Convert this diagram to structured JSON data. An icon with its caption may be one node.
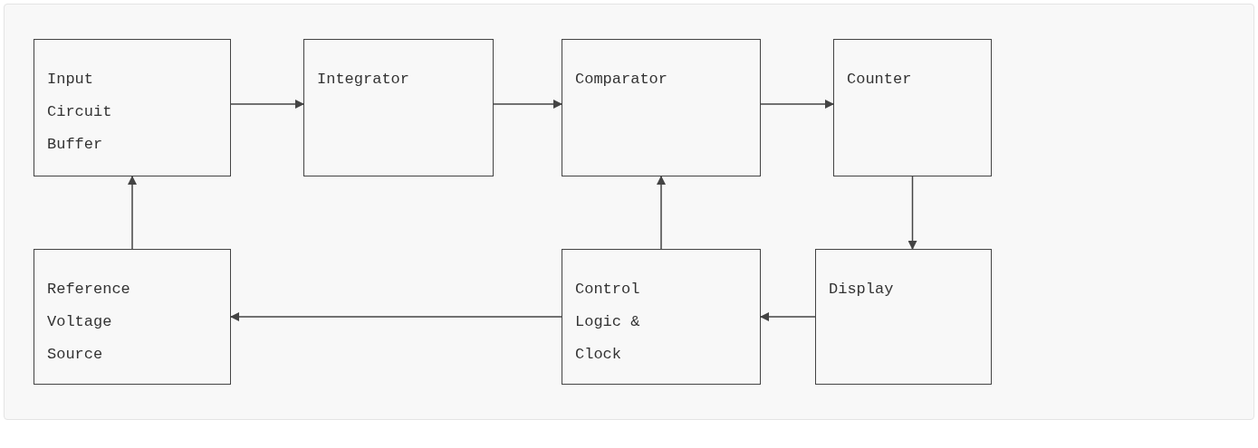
{
  "diagram": {
    "nodes": [
      {
        "text": [
          "Input Circuit Buffer"
        ]
      },
      {
        "text": [
          "Integrator"
        ]
      },
      {
        "text": [
          "Comparator"
        ]
      },
      {
        "text": [
          "Counter"
        ]
      },
      {
        "text": [
          "Reference Voltage Source"
        ]
      },
      {
        "text": [
          "Control Logic & Clock"
        ]
      },
      {
        "text": [
          "Display"
        ]
      }
    ],
    "edges": [
      {
        "from": 0,
        "to": 1,
        "arrow": "to"
      },
      {
        "from": 1,
        "to": 2,
        "arrow": "to"
      },
      {
        "from": 2,
        "to": 3,
        "arrow": "to"
      },
      {
        "from": 3,
        "to": 6,
        "arrow": "to"
      },
      {
        "from": 4,
        "to": 0,
        "arrow": "to"
      },
      {
        "from": 5,
        "to": 2,
        "arrow": "to"
      },
      {
        "from": 5,
        "to": 4,
        "arrow": "to"
      },
      {
        "from": 6,
        "to": 5,
        "arrow": "to"
      }
    ]
  }
}
